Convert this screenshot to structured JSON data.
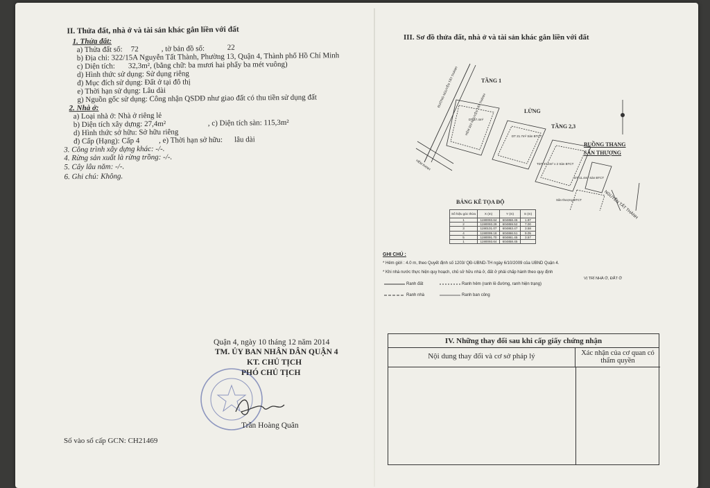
{
  "left": {
    "section2_title": "II. Thửa đất, nhà ở và tài sản khác gắn liền với đất",
    "land_heading": "1. Thửa đất:",
    "a_label": "a) Thửa đất số:",
    "a_value": "72",
    "a_map_label": ", tờ bản đồ số:",
    "a_map_value": "22",
    "b_address": "b) Địa chỉ: 322/15A Nguyễn Tất Thành, Phường 13, Quận 4, Thành phố Hồ Chí Minh",
    "c_label": "c) Diện tích:",
    "c_value": "32,3m², (bằng chữ: ba mươi hai phẩy ba mét vuông)",
    "d_use": "d) Hình thức sử dụng:  Sử dụng riêng",
    "dd_purpose": "đ) Mục đích sử dụng:  Đất ở tại đô thị",
    "e_term": "e) Thời hạn sử dụng:  Lâu dài",
    "g_origin": "g) Nguồn gốc sử dụng:  Công nhận QSDĐ như giao đất có thu tiền sử dụng đất",
    "house_heading": "2. Nhà ở:",
    "h_a": "a) Loại nhà ở:     Nhà ở riêng lẻ",
    "h_b": "b) Diện tích xây dựng:  27,4m²",
    "h_c": ", c) Diện tích sàn:  115,3m²",
    "h_d": "d) Hình thức sở hữu:      Sở hữu riêng",
    "h_dd": "đ) Cấp (Hạng):  Cấp 4",
    "h_e": ", e) Thời hạn sở hữu:",
    "h_e_value": "lâu dài",
    "s3": "3. Công trình xây dựng khác: -/-.",
    "s4": "4. Rừng sản xuất là rừng trồng: -/-.",
    "s5": "5. Cây lâu năm: -/-.",
    "s6": "6. Ghi chú: Không.",
    "sign_date": "Quận 4, ngày   10  tháng   12  năm 2014",
    "sign_org": "TM. ỦY BAN NHÂN DÂN QUẬN 4",
    "sign_kt": "KT. CHỦ TỊCH",
    "sign_role": "PHÓ CHỦ TỊCH",
    "sign_name": "Trần Hoàng Quân",
    "gcn_number": "Số vào sổ cấp GCN: CH21469"
  },
  "right": {
    "section3_title": "III. Sơ đồ thửa đất, nhà ở và tài sản khác gắn liền với đất",
    "floor1": "TẦNG 1",
    "mezz": "LỬNG",
    "floor23": "TẦNG 2,3",
    "stair1": "BUỒNG THANG",
    "stair2": "SÂN THƯỢNG",
    "street1": "ĐƯỜNG NGUYỄN TẤT THÀNH",
    "street2": "NGUYỄN TẤT THÀNH",
    "alley": "HẺM 322 NGUYỄN TẤT THÀNH",
    "alley2": "HẺM RANH",
    "location_label": "VỊ TRÍ NHÀ Ở, ĐẤT Ở",
    "plan_labels": {
      "dt1": "DT 27.4m²",
      "dt2": "DT 21.7m² Sàn BTCT",
      "dt3": "TDT 37.4m² x 2 Sàn BTCT",
      "dt4": "DT 11.4m² Sàn BTCT",
      "san": "Sân thượng BTCT"
    },
    "coord_title": "BẢNG KÊ TỌA ĐỘ",
    "coord_headers": [
      "Số hiệu góc thửa",
      "X (m)",
      "Y (m)",
      "S (m)"
    ],
    "coord_rows": [
      [
        "1",
        "1190093.64",
        "604858.45",
        "1.97"
      ],
      [
        "2",
        "1190093.29",
        "604859.52",
        "7.00"
      ],
      [
        "3",
        "1190101.07",
        "604863.47",
        "3.58"
      ],
      [
        "4",
        "1190099.18",
        "604866.51",
        "9.05"
      ],
      [
        "5",
        "1190091.70",
        "604861.45",
        "3.57"
      ],
      [
        "1",
        "1190093.64",
        "604858.45",
        ""
      ]
    ],
    "notes_title": "GHI CHÚ :",
    "note1": "* Hẻm giới : 4.0 m, theo Quyết định số 1203/ QĐ-UBND-TH ngày 6/10/2009 của UBND Quận 4.",
    "note2": "* Khi nhà nước thực hiện quy hoạch, chủ sở hữu nhà ở, đất ở phải chấp hành theo quy định",
    "legend1": "Ranh đất",
    "legend2": "Ranh hẻm (ranh lề đường, ranh hiện trạng)",
    "legend3": "Ranh nhà",
    "legend4": "Ranh ban công",
    "section4_title": "IV. Những thay đổi sau khi cấp giấy chứng nhận",
    "col1": "Nội dung thay đổi và cơ sở pháp lý",
    "col2": "Xác nhận của cơ quan có thẩm quyền"
  },
  "colors": {
    "paper": "#f0efe9",
    "ink": "#2a2a2a",
    "stamp": "#3a4a9a",
    "outside": "#3a3a38"
  }
}
